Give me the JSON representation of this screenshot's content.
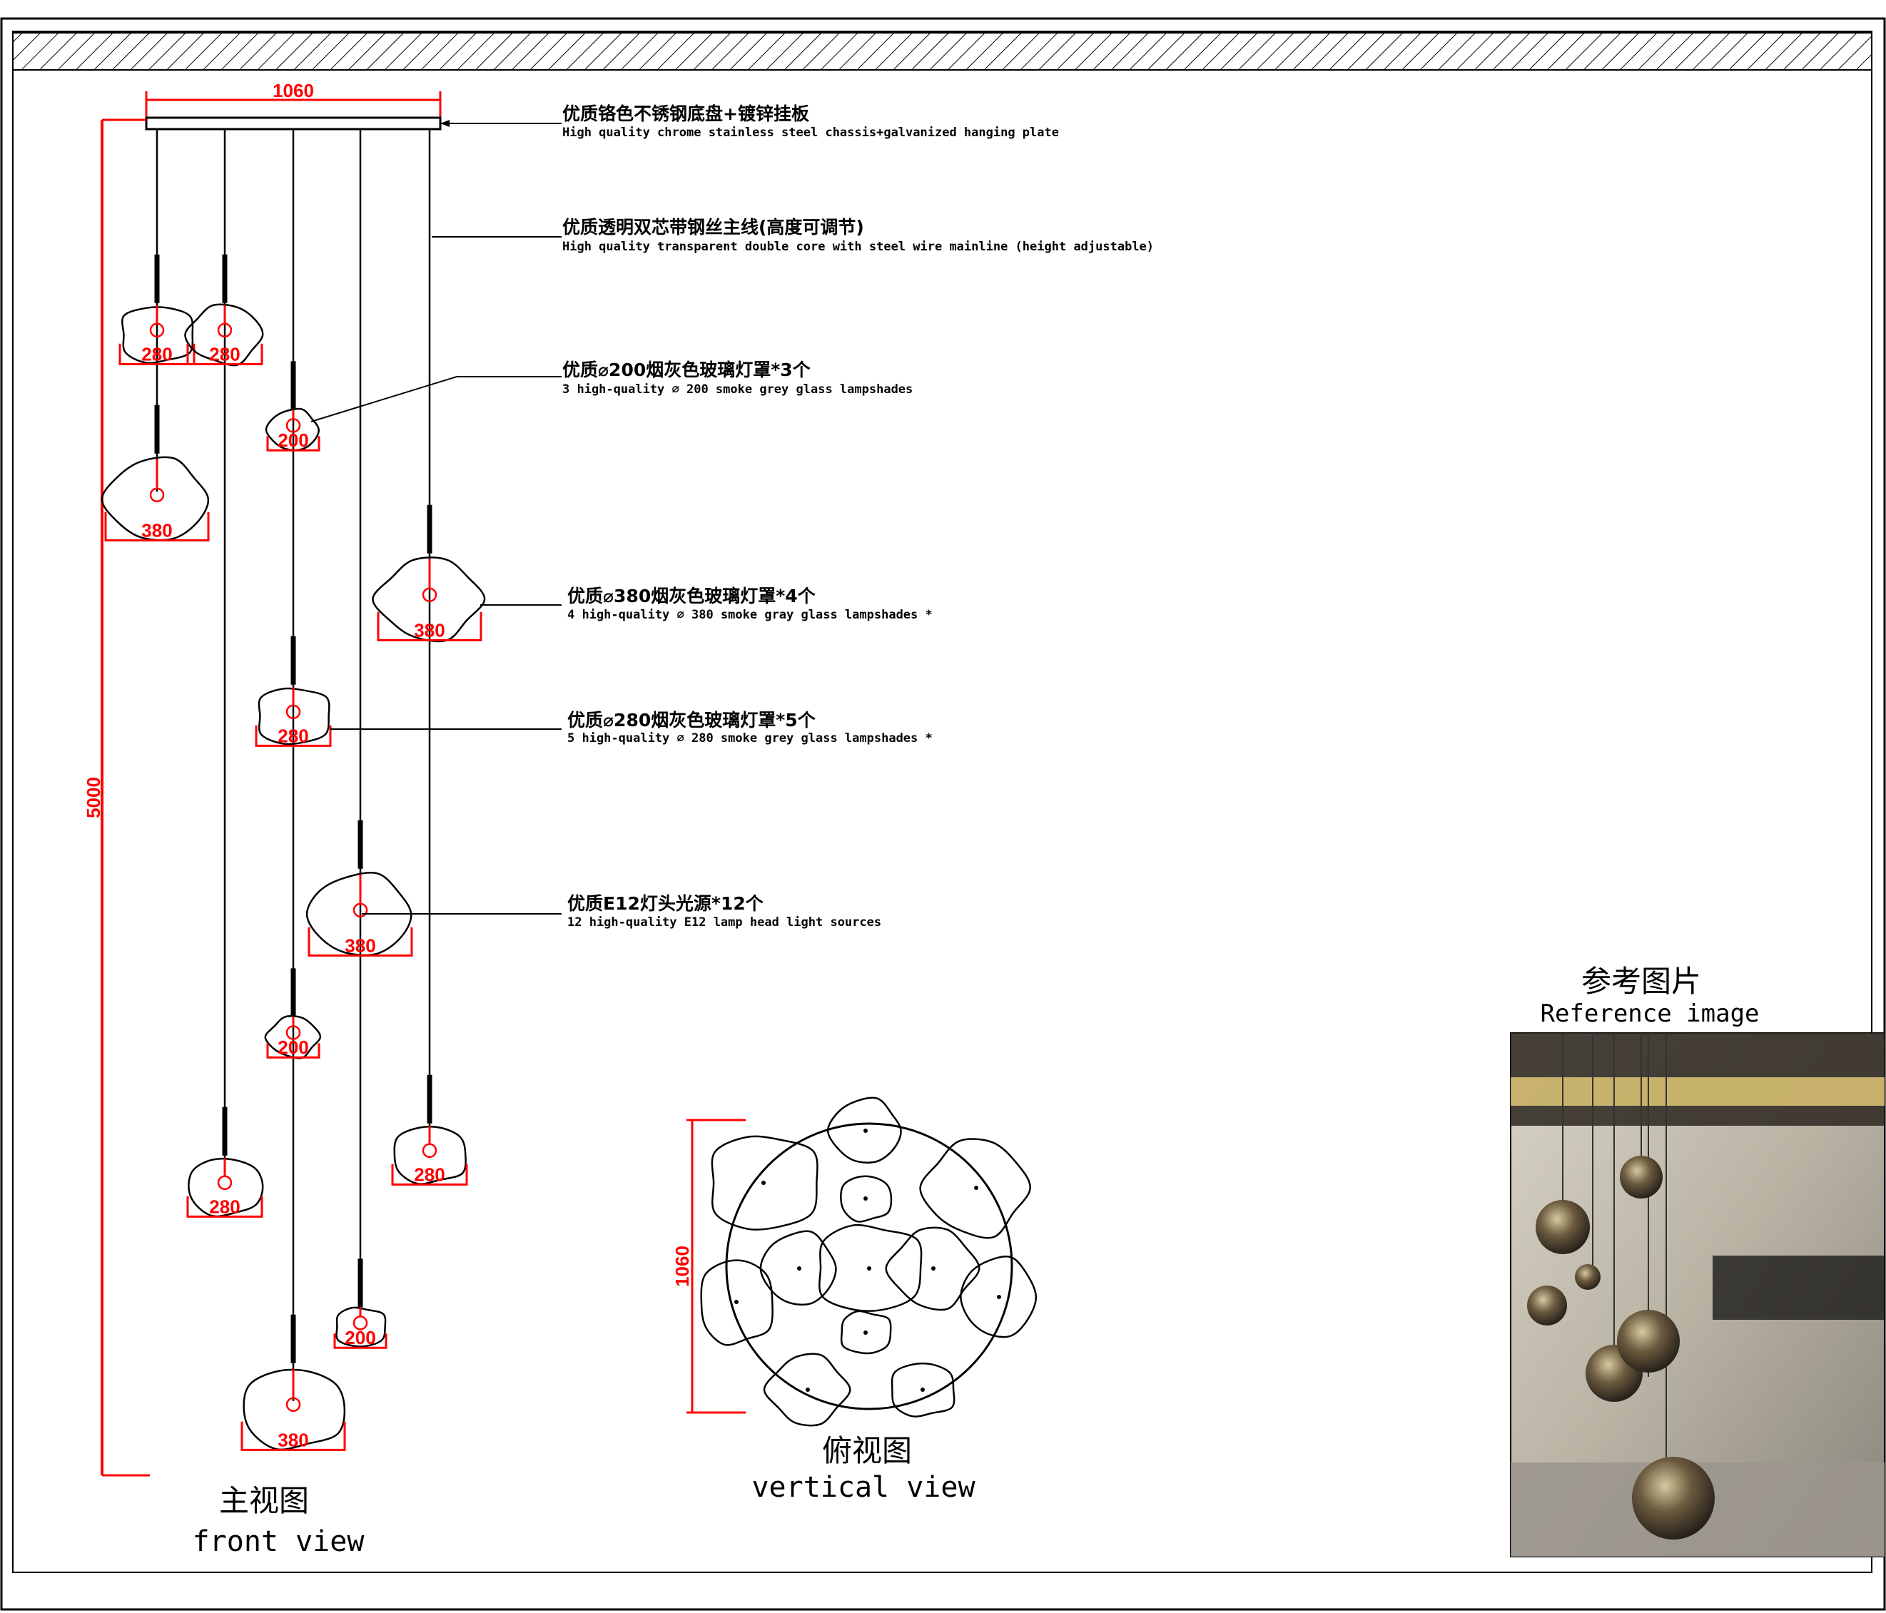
{
  "colors": {
    "line": "#000000",
    "dimension": "#ff0000",
    "background": "#ffffff"
  },
  "overall": {
    "width_label": "1060",
    "height_label": "5000"
  },
  "callouts": [
    {
      "cn": "优质铬色不锈钢底盘+镀锌挂板",
      "en": "High quality chrome stainless steel chassis+galvanized hanging plate"
    },
    {
      "cn": "优质透明双芯带钢丝主线(高度可调节)",
      "en": "High quality transparent double core with steel wire mainline (height adjustable)"
    },
    {
      "cn": "优质⌀200烟灰色玻璃灯罩*3个",
      "en": "3 high-quality ∅ 200 smoke grey glass lampshades"
    },
    {
      "cn": "优质⌀380烟灰色玻璃灯罩*4个",
      "en": "4 high-quality ∅ 380 smoke gray glass lampshades *"
    },
    {
      "cn": "优质⌀280烟灰色玻璃灯罩*5个",
      "en": "5 high-quality ∅ 280 smoke grey glass lampshades *"
    },
    {
      "cn": "优质E12灯头光源*12个",
      "en": "12 high-quality E12 lamp head light sources"
    }
  ],
  "lamps": [
    {
      "wire": 1,
      "size": "380",
      "label": "380"
    },
    {
      "wire": 1,
      "size": "280",
      "label": "280"
    },
    {
      "wire": 2,
      "size": "280",
      "label": "280"
    },
    {
      "wire": 2,
      "size": "280",
      "label": "280"
    },
    {
      "wire": 3,
      "size": "200",
      "label": "200"
    },
    {
      "wire": 3,
      "size": "280",
      "label": "280"
    },
    {
      "wire": 3,
      "size": "200",
      "label": "200"
    },
    {
      "wire": 3,
      "size": "380",
      "label": "380"
    },
    {
      "wire": 4,
      "size": "380",
      "label": "380"
    },
    {
      "wire": 4,
      "size": "200",
      "label": "200"
    },
    {
      "wire": 5,
      "size": "380",
      "label": "380"
    },
    {
      "wire": 5,
      "size": "280",
      "label": "280"
    }
  ],
  "top_view": {
    "dimension_label": "1060",
    "title_cn": "俯视图",
    "title_en": "vertical view"
  },
  "front_view": {
    "title_cn": "主视图",
    "title_en": "front view"
  },
  "reference": {
    "title_cn": "参考图片",
    "title_en": "Reference image"
  }
}
